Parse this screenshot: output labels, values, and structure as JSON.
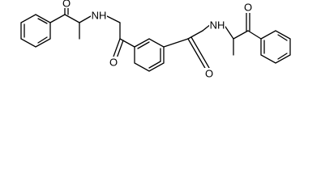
{
  "molecule": {
    "atom_labels": {
      "o_ketone_left": "O",
      "nh_left": "NH",
      "o_amide_left": "O",
      "nh_right": "NH",
      "o_ketone_right": "O",
      "o_amide_right": "O"
    },
    "colors": {
      "bond": "#000000",
      "label": "#000000",
      "background": "#ffffff"
    }
  }
}
